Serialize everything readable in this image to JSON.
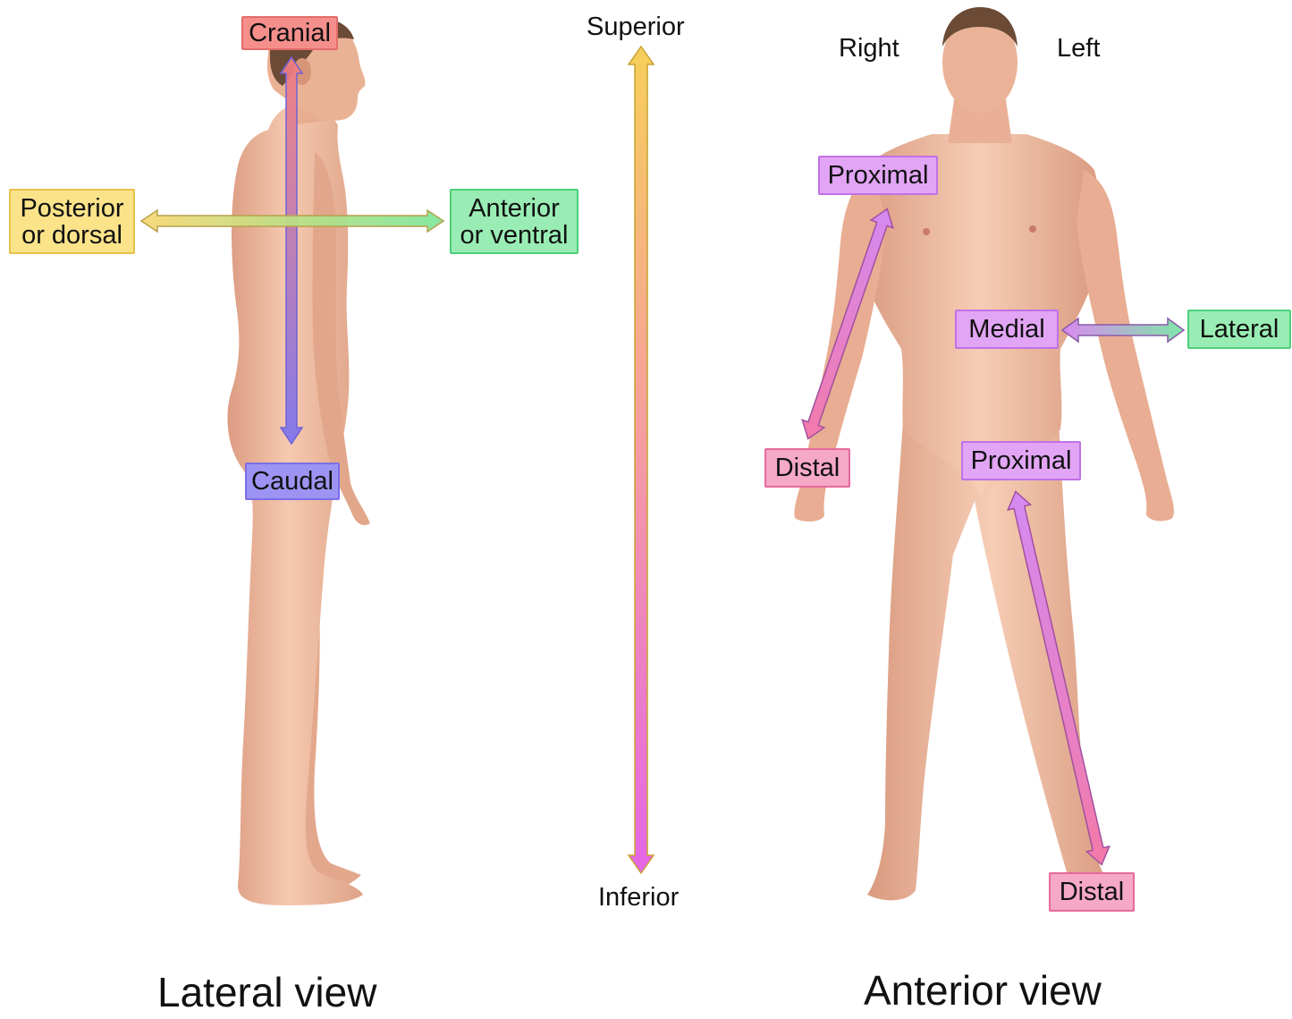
{
  "lateral": {
    "caption": "Lateral view",
    "cranial": "Cranial",
    "caudal": "Caudal",
    "posterior_line1": "Posterior",
    "posterior_line2": "or dorsal",
    "anterior_line1": "Anterior",
    "anterior_line2": "or ventral"
  },
  "axis": {
    "superior": "Superior",
    "inferior": "Inferior"
  },
  "anterior": {
    "caption": "Anterior view",
    "right": "Right",
    "left": "Left",
    "arm_proximal": "Proximal",
    "arm_distal": "Distal",
    "medial": "Medial",
    "lateral": "Lateral",
    "leg_proximal": "Proximal",
    "leg_distal": "Distal"
  },
  "colors": {
    "red_fill": "#f58f8c",
    "red_border": "#e26d6a",
    "blue_fill": "#9d93f2",
    "blue_border": "#7b6fe6",
    "yellow_fill": "#fbe38a",
    "yellow_border": "#e7c24d",
    "green_fill": "#99edb4",
    "green_border": "#4fcf7b",
    "violet_fill": "#e2a5f5",
    "violet_border": "#c071e6",
    "pink_fill": "#f6a8c7",
    "pink_border": "#e46a9c",
    "skin": "#eeb89d"
  }
}
